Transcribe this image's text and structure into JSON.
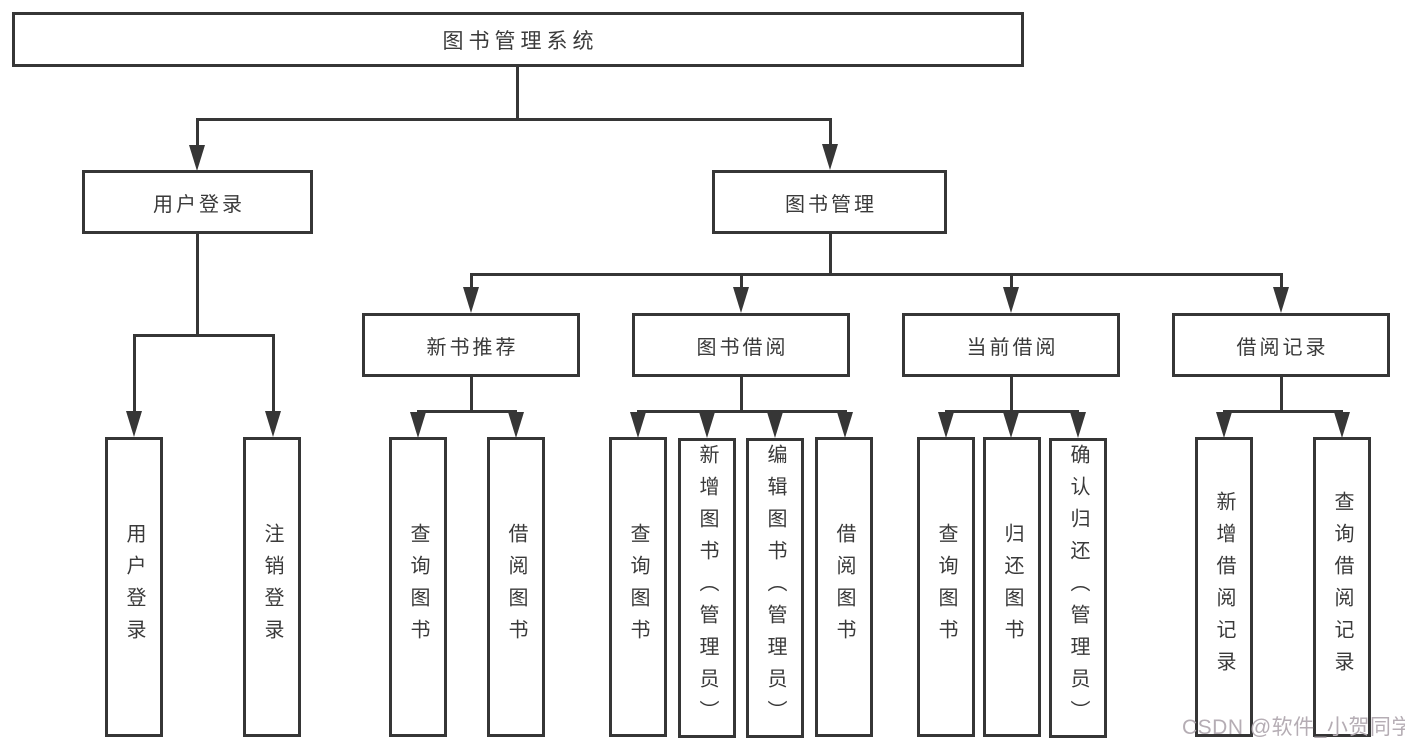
{
  "colors": {
    "background": "#ffffff",
    "line": "#363636",
    "text": "#3a3a3a",
    "watermark": "#b5adb4"
  },
  "watermark": {
    "text": "CSDN @软件_小贺同学"
  },
  "nodes": {
    "root": {
      "label": "图书管理系统"
    },
    "user_login": {
      "label": "用户登录"
    },
    "book_mgmt": {
      "label": "图书管理"
    },
    "new_book_rec": {
      "label": "新书推荐"
    },
    "book_borrow": {
      "label": "图书借阅"
    },
    "current_borrow": {
      "label": "当前借阅"
    },
    "borrow_records": {
      "label": "借阅记录"
    },
    "leaf_user_login": {
      "label": "用户登录"
    },
    "leaf_logout": {
      "label": "注销登录"
    },
    "leaf_query_book_1": {
      "label": "查询图书"
    },
    "leaf_borrow_book_1": {
      "label": "借阅图书"
    },
    "leaf_query_book_2": {
      "label": "查询图书"
    },
    "leaf_add_book": {
      "label": "新增图书（管理员）"
    },
    "leaf_edit_book": {
      "label": "编辑图书（管理员）"
    },
    "leaf_borrow_book_2": {
      "label": "借阅图书"
    },
    "leaf_query_book_3": {
      "label": "查询图书"
    },
    "leaf_return_book": {
      "label": "归还图书"
    },
    "leaf_confirm_return": {
      "label": "确认归还（管理员）"
    },
    "leaf_add_record": {
      "label": "新增借阅记录"
    },
    "leaf_query_record": {
      "label": "查询借阅记录"
    }
  }
}
